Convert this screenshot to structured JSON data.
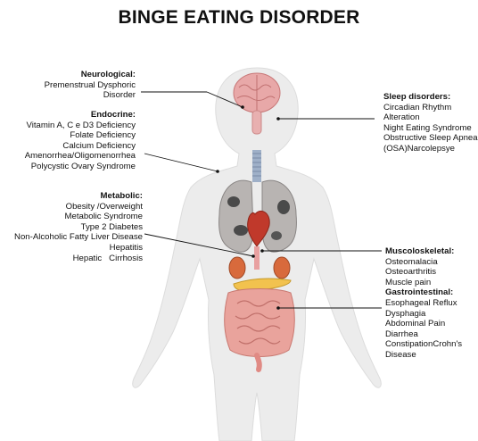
{
  "title": "BINGE EATING DISORDER",
  "neurological": {
    "heading": "Neurological:",
    "items": [
      "Premenstrual Dysphoric",
      "Disorder"
    ]
  },
  "endocrine": {
    "heading": "Endocrine:",
    "items": [
      "Vitamin A, C e D3 Deficiency",
      "Folate Deficiency",
      "Calcium Deficiency",
      "Amenorrhea/Oligomenorrhea",
      "Polycystic Ovary Syndrome"
    ]
  },
  "metabolic": {
    "heading": "Metabolic:",
    "items": [
      "Obesity /Overweight",
      "Metabolic Syndrome",
      "Type 2 Diabetes",
      "Non-Alcoholic Fatty Liver Disease",
      "Hepatitis",
      "Hepatic   Cirrhosis"
    ]
  },
  "sleep": {
    "heading": "Sleep disorders:",
    "items": [
      "Circadian Rhythm",
      "Alteration",
      "Night Eating Syndrome",
      "Obstructive Sleep Apnea",
      "(OSA)Narcolepsye"
    ]
  },
  "musculoskeletal": {
    "heading": "Muscoloskeletal:",
    "items": [
      "Osteomalacia",
      "Osteoarthritis",
      "Muscle pain"
    ]
  },
  "gastrointestinal": {
    "heading": "Gastrointestinal:",
    "items": [
      "Esophageal Reflux",
      "Dysphagia",
      "Abdominal Pain",
      "Diarrhea",
      "ConstipationCrohn's",
      "Disease"
    ]
  }
}
